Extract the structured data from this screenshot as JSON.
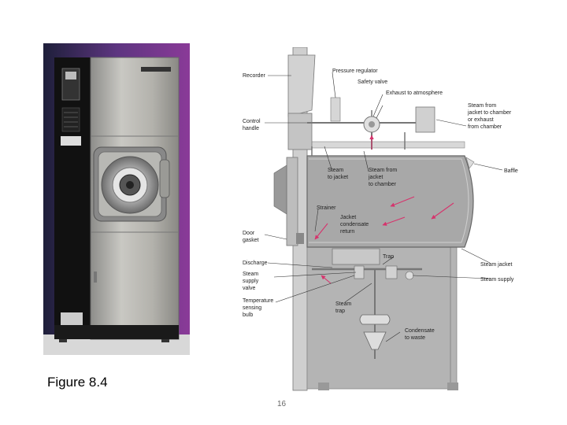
{
  "caption": "Figure 8.4",
  "page_number": "16",
  "labels": {
    "recorder": "Recorder",
    "pressure_regulator": "Pressure regulator",
    "safety_valve": "Safety valve",
    "exhaust_atm": "Exhaust to atmosphere",
    "steam_from_jacket_1": "Steam from",
    "steam_from_jacket_2": "jacket to chamber",
    "steam_from_jacket_3": "or exhaust",
    "steam_from_jacket_4": "from chamber",
    "control_handle_1": "Control",
    "control_handle_2": "handle",
    "baffle": "Baffle",
    "steam_to_jacket_1": "Steam",
    "steam_to_jacket_2": "to jacket",
    "steam_jc_1": "Steam from",
    "steam_jc_2": "jacket",
    "steam_jc_3": "to chamber",
    "strainer": "Strainer",
    "jacket_cond_1": "Jacket",
    "jacket_cond_2": "condensate",
    "jacket_cond_3": "return",
    "door_gasket_1": "Door",
    "door_gasket_2": "gasket",
    "trap": "Trap",
    "steam_jacket": "Steam jacket",
    "discharge": "Discharge",
    "steam_supply_valve_1": "Steam",
    "steam_supply_valve_2": "supply",
    "steam_supply_valve_3": "valve",
    "steam_supply": "Steam supply",
    "temp_bulb_1": "Temperature",
    "temp_bulb_2": "sensing",
    "temp_bulb_3": "bulb",
    "steam_trap_1": "Steam",
    "steam_trap_2": "trap",
    "condensate_waste_1": "Condensate",
    "condensate_waste_2": "to waste"
  },
  "colors": {
    "chamber": "#a8a8a8",
    "frame": "#c8c8c8",
    "arrow": "#d6336c",
    "photo_bg": "#6a3a8a"
  }
}
